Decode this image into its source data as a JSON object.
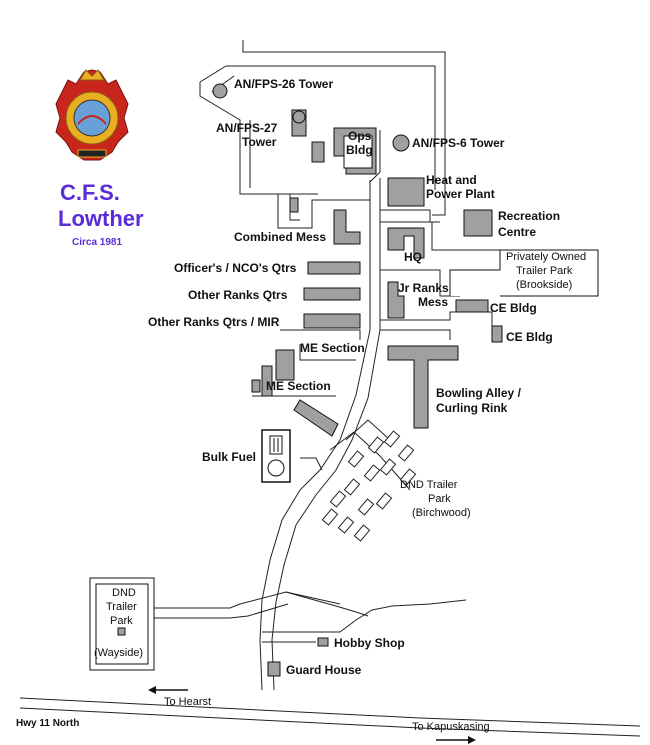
{
  "title": {
    "line1": "C.F.S.",
    "line2": "Lowther",
    "circa": "Circa 1981"
  },
  "colors": {
    "title": "#5a2bd6",
    "building": "#a0a0a0",
    "outline": "#111111",
    "badge_red": "#c8261c",
    "badge_gold": "#e8b020"
  },
  "icons": [
    "crest-badge-icon",
    "radar-dome-icon",
    "fuel-tank-icon",
    "arrow-left-icon",
    "arrow-right-icon"
  ],
  "labels": {
    "fps26": "AN/FPS-26 Tower",
    "fps27_l1": "AN/FPS-27",
    "fps27_l2": "Tower",
    "ops_l1": "Ops",
    "ops_l2": "Bldg",
    "fps6": "AN/FPS-6 Tower",
    "heat_l1": "Heat and",
    "heat_l2": "Power Plant",
    "rec_l1": "Recreation",
    "rec_l2": "Centre",
    "combined_mess": "Combined Mess",
    "hq": "HQ",
    "private_l1": "Privately Owned",
    "private_l2": "Trailer Park",
    "private_l3": "(Brookside)",
    "officers_qtrs": "Officer's / NCO's Qtrs",
    "jr_l1": "Jr Ranks",
    "jr_l2": "Mess",
    "other_ranks": "Other Ranks Qtrs",
    "ce_bldg_1": "CE Bldg",
    "ce_bldg_2": "CE Bldg",
    "other_ranks_mir": "Other Ranks Qtrs / MIR",
    "me_section_1": "ME Section",
    "me_section_2": "ME Section",
    "bowling_l1": "Bowling Alley /",
    "bowling_l2": "Curling Rink",
    "bulk_fuel": "Bulk Fuel",
    "dnd_birch_l1": "DND Trailer",
    "dnd_birch_l2": "Park",
    "dnd_birch_l3": "(Birchwood)",
    "dnd_way_l1": "DND",
    "dnd_way_l2": "Trailer",
    "dnd_way_l3": "Park",
    "dnd_way_l4": "(Wayside)",
    "hobby_shop": "Hobby Shop",
    "guard_house": "Guard House",
    "to_hearst": "To Hearst",
    "hwy11": "Hwy 11 North",
    "to_kapuskasing": "To Kapuskasing"
  }
}
